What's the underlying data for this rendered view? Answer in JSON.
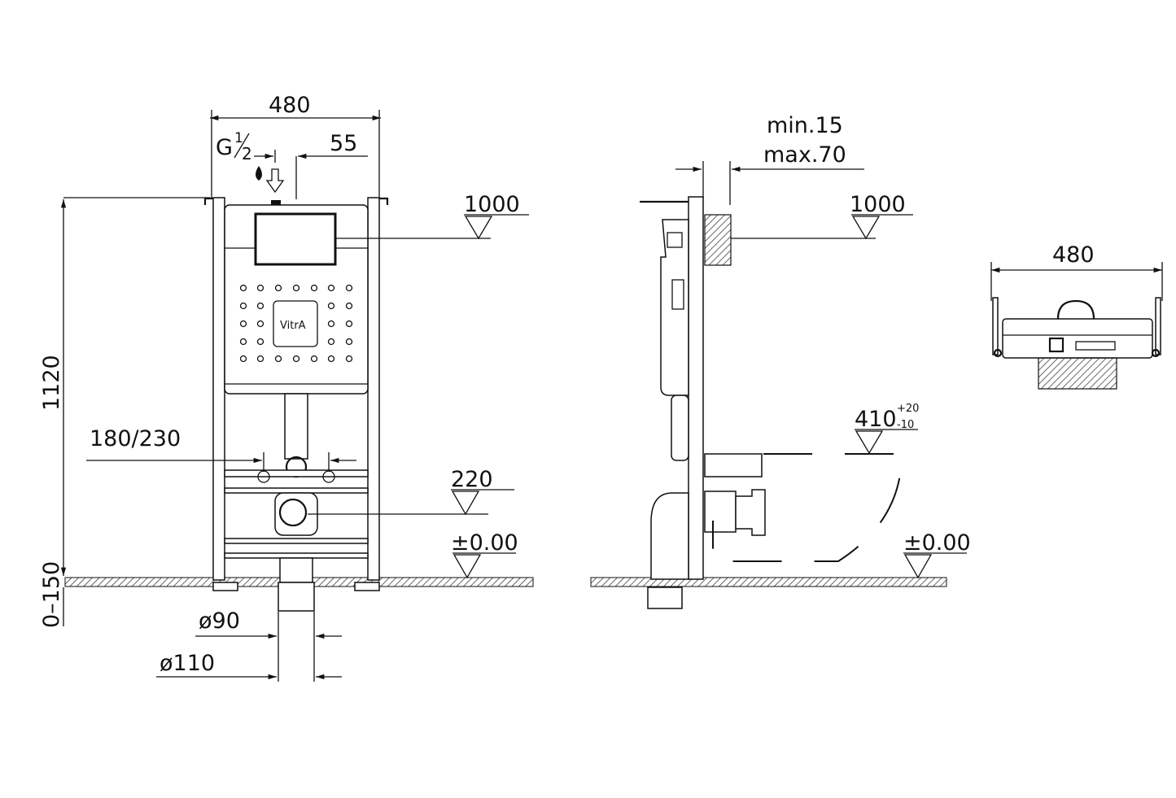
{
  "front_view": {
    "width_label": "480",
    "inlet_label_main": "G",
    "inlet_label_frac_num": "1",
    "inlet_label_frac_den": "2",
    "inlet_offset_label": "55",
    "height_label": "1120",
    "foot_adjust_label": "0–150",
    "flush_height_label": "1000",
    "bracket_spacing_label": "180/230",
    "outlet_height_label": "220",
    "floor_label": "±0.00",
    "pipe_d90_label": "ø90",
    "pipe_d110_label": "ø110",
    "brand_logo": "VitrA"
  },
  "side_view": {
    "wall_min_label": "min.15",
    "wall_max_label": "max.70",
    "flush_height_label": "1000",
    "seat_height_label": "410",
    "seat_tol_plus": "+20",
    "seat_tol_minus": "-10",
    "floor_label": "±0.00"
  },
  "top_view": {
    "width_label": "480"
  }
}
